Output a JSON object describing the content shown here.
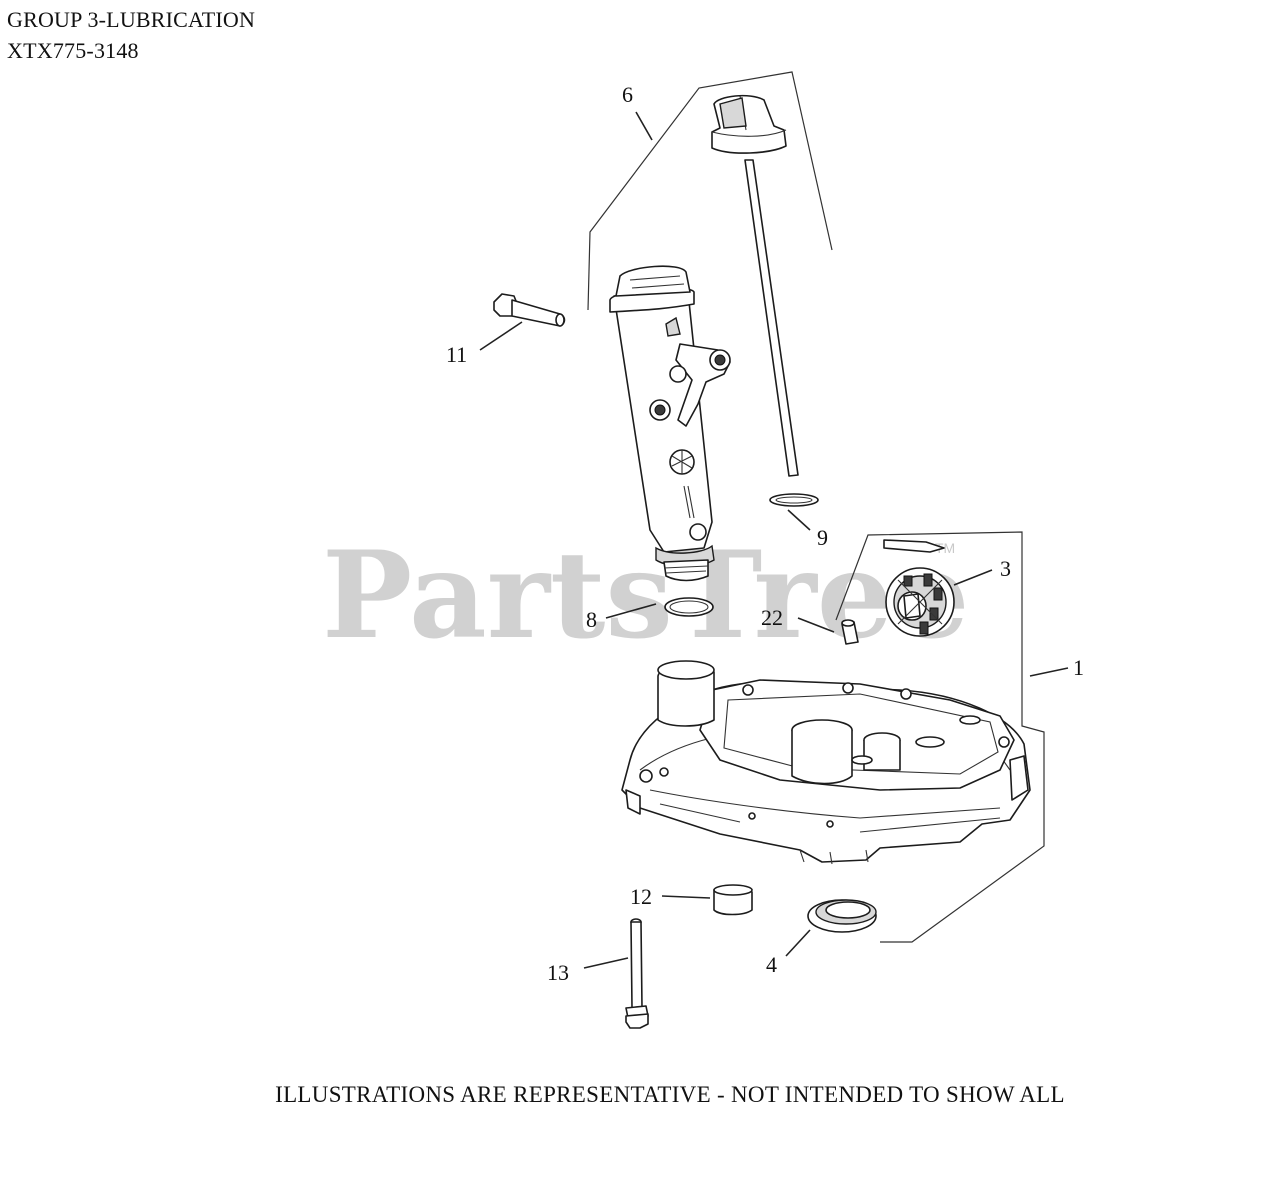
{
  "header": {
    "group_title": "GROUP 3-LUBRICATION",
    "model_number": "XTX775-3148"
  },
  "watermark": {
    "brand": "PartsTree",
    "mark": "TM"
  },
  "callouts": {
    "c1": "1",
    "c3": "3",
    "c4": "4",
    "c6": "6",
    "c8": "8",
    "c9": "9",
    "c11": "11",
    "c12": "12",
    "c13": "13",
    "c22": "22"
  },
  "footer": {
    "disclaimer": "ILLUSTRATIONS ARE REPRESENTATIVE - NOT INTENDED TO SHOW ALL"
  }
}
